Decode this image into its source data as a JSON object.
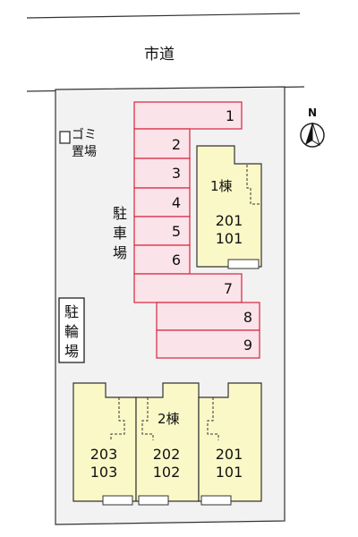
{
  "road": {
    "label": "市道"
  },
  "compass": {
    "label": "N"
  },
  "garbage": {
    "lines": [
      "ゴミ",
      "置場"
    ]
  },
  "parking": {
    "label_chars": [
      "駐",
      "車",
      "場"
    ],
    "spaces": [
      "1",
      "2",
      "3",
      "4",
      "5",
      "6",
      "7",
      "8",
      "9"
    ]
  },
  "bicycle": {
    "label_chars": [
      "駐",
      "輪",
      "場"
    ]
  },
  "building1": {
    "name": "1棟",
    "units": [
      "201",
      "101"
    ]
  },
  "building2": {
    "name": "2棟",
    "units": [
      {
        "upper": "203",
        "lower": "103"
      },
      {
        "upper": "202",
        "lower": "102"
      },
      {
        "upper": "201",
        "lower": "101"
      }
    ]
  }
}
